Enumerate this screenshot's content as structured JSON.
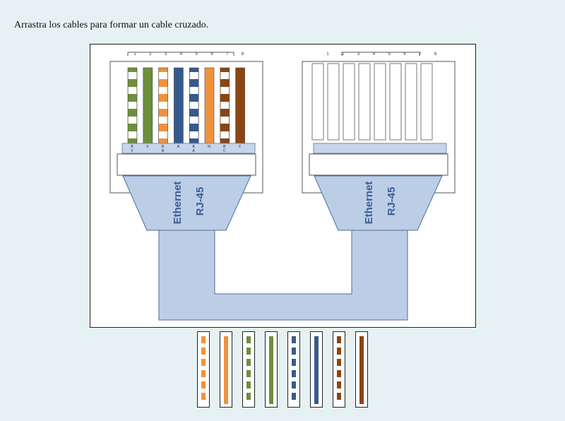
{
  "instruction": "Arrastra los cables para formar un cable cruzado.",
  "connector_left": {
    "pin_numbers": [
      "1",
      "2",
      "3",
      "4",
      "5",
      "6",
      "7",
      "8"
    ],
    "pin_letters": [
      "B\nV",
      "V",
      "B\nN",
      "A",
      "B\nA",
      "N",
      "B\nC",
      "C"
    ],
    "label_line1": "Ethernet",
    "label_line2": "RJ-45",
    "wires": [
      {
        "color": "#6e8f3c",
        "striped": true
      },
      {
        "color": "#6e8f3c",
        "striped": false
      },
      {
        "color": "#f0913c",
        "striped": true
      },
      {
        "color": "#375a8c",
        "striped": false
      },
      {
        "color": "#375a8c",
        "striped": true
      },
      {
        "color": "#f0913c",
        "striped": false
      },
      {
        "color": "#8b4513",
        "striped": true
      },
      {
        "color": "#8b4513",
        "striped": false
      }
    ]
  },
  "connector_right": {
    "pin_numbers": [
      "1",
      "2",
      "3",
      "4",
      "5",
      "6",
      "7",
      "8"
    ],
    "label_line1": "Ethernet",
    "label_line2": "RJ-45",
    "empty_slots": 8
  },
  "draggable_wires": [
    {
      "name": "wire-white-orange",
      "color": "#f0913c",
      "striped": true
    },
    {
      "name": "wire-orange",
      "color": "#f0913c",
      "striped": false
    },
    {
      "name": "wire-white-green",
      "color": "#6e8f3c",
      "striped": true
    },
    {
      "name": "wire-green",
      "color": "#6e8f3c",
      "striped": false
    },
    {
      "name": "wire-white-blue",
      "color": "#375a8c",
      "striped": true
    },
    {
      "name": "wire-blue",
      "color": "#375a8c",
      "striped": false
    },
    {
      "name": "wire-white-brown",
      "color": "#8b4513",
      "striped": true
    },
    {
      "name": "wire-brown",
      "color": "#8b4513",
      "striped": false
    }
  ],
  "colors": {
    "cable": "#bccde6",
    "cable_stroke": "#4c6e99",
    "label_text": "#3a5f96",
    "background": "#e6f1f3"
  }
}
